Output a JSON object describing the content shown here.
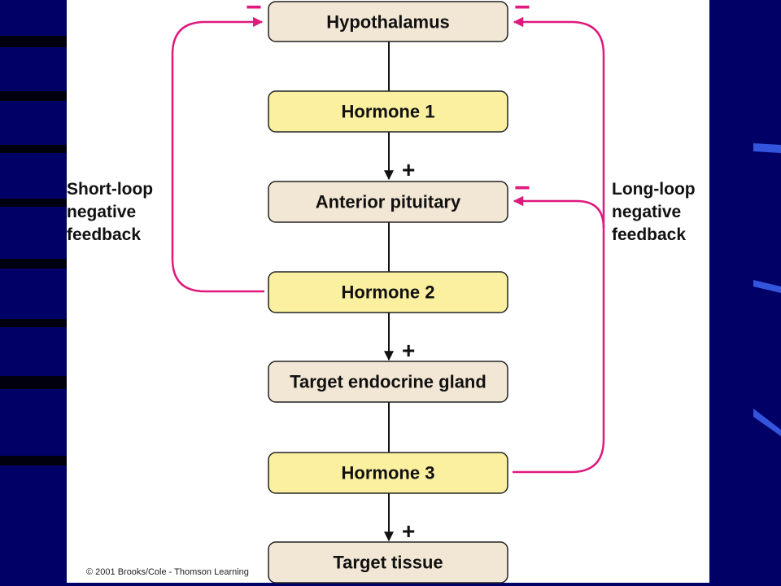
{
  "colors": {
    "slide_background": "#000066",
    "panel": "#ffffff",
    "gland_box": "#f2e7d5",
    "hormone_box": "#faf0a0",
    "inhibitory_arrow": "#e0197d",
    "stimulatory_arrow": "#111111"
  },
  "nodes": [
    {
      "id": "hypothalamus",
      "label": "Hypothalamus",
      "kind": "gland"
    },
    {
      "id": "hormone-1",
      "label": "Hormone 1",
      "kind": "hormone"
    },
    {
      "id": "anterior-pituitary",
      "label": "Anterior pituitary",
      "kind": "gland"
    },
    {
      "id": "hormone-2",
      "label": "Hormone 2",
      "kind": "hormone"
    },
    {
      "id": "target-endocrine-gland",
      "label": "Target endocrine gland",
      "kind": "gland"
    },
    {
      "id": "hormone-3",
      "label": "Hormone 3",
      "kind": "hormone"
    },
    {
      "id": "target-tissue",
      "label": "Target tissue",
      "kind": "gland"
    }
  ],
  "stimulatory_sign": "+",
  "inhibitory_sign": "−",
  "short_loop_label": [
    "Short-loop",
    "negative",
    "feedback"
  ],
  "long_loop_label": [
    "Long-loop",
    "negative",
    "feedback"
  ],
  "copyright": "© 2001 Brooks/Cole - Thomson Learning"
}
